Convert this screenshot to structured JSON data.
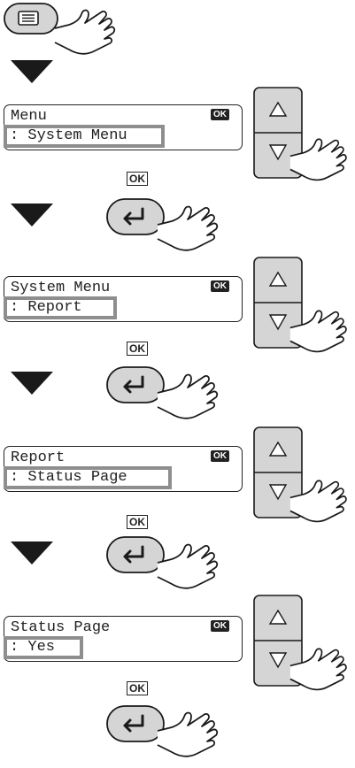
{
  "ok_label": "OK",
  "steps": [
    {
      "title": "Menu",
      "selection": ": System Menu"
    },
    {
      "title": "System Menu",
      "selection": ": Report"
    },
    {
      "title": "Report",
      "selection": ": Status Page"
    },
    {
      "title": "Status Page",
      "selection": ": Yes"
    }
  ],
  "icons": {
    "menu_button": "menu-list-icon",
    "enter_button": "return-arrow-icon",
    "hand": "pointing-hand-icon",
    "up": "triangle-up-icon",
    "down": "triangle-down-icon"
  },
  "colors": {
    "key_fill": "#d5d5d5",
    "highlight": "#8e8e8e",
    "ink": "#222222"
  }
}
